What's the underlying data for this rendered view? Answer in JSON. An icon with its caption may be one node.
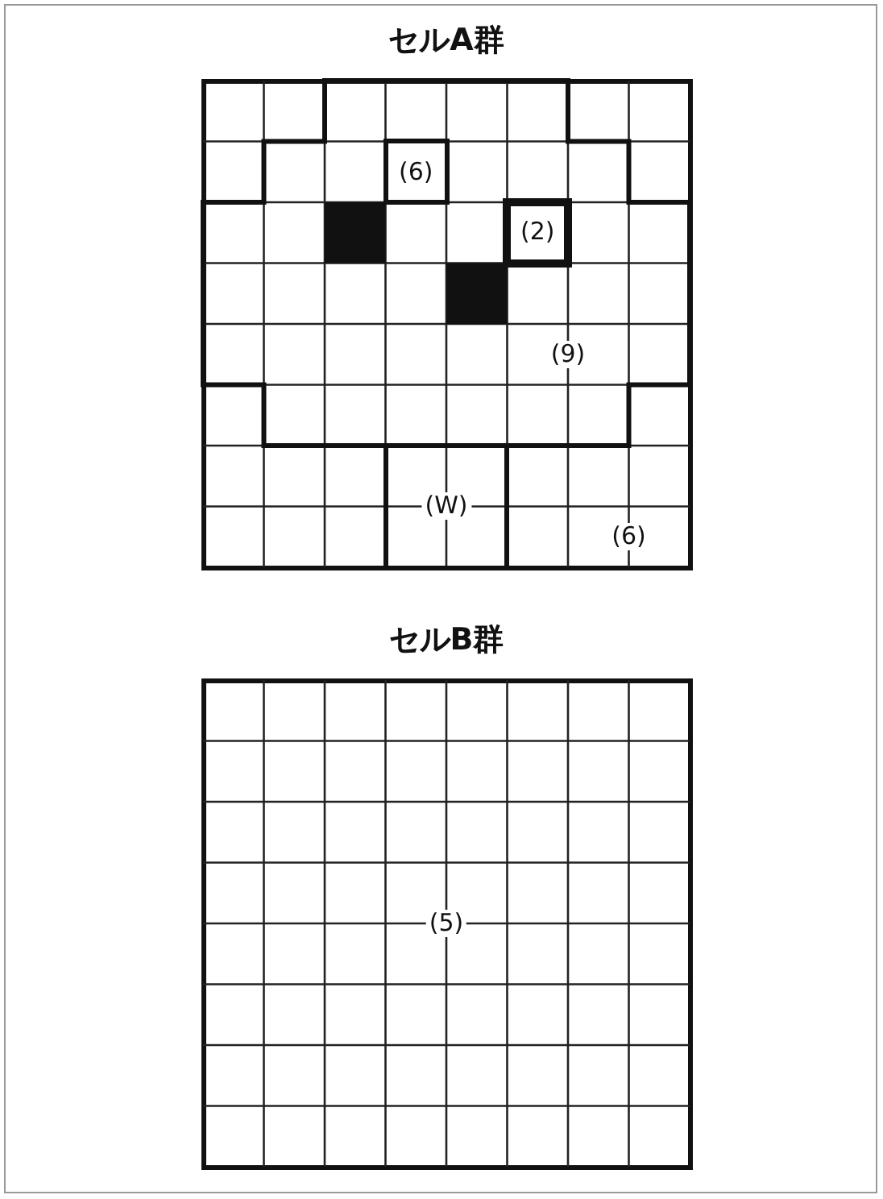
{
  "diagram": {
    "nodes": [
      {
        "text": [
          "セルA群",
          "(6)"
        ]
      },
      {
        "text": [
          "(9)"
        ],
        "in": 0
      },
      {
        "text": [
          "(6)"
        ],
        "in": 1
      },
      {
        "text": [
          "(2)"
        ],
        "in": 1
      },
      {
        "text": [
          "(W)"
        ],
        "in": 0
      },
      {
        "text": [
          "セルB群",
          "(5)"
        ]
      }
    ]
  }
}
